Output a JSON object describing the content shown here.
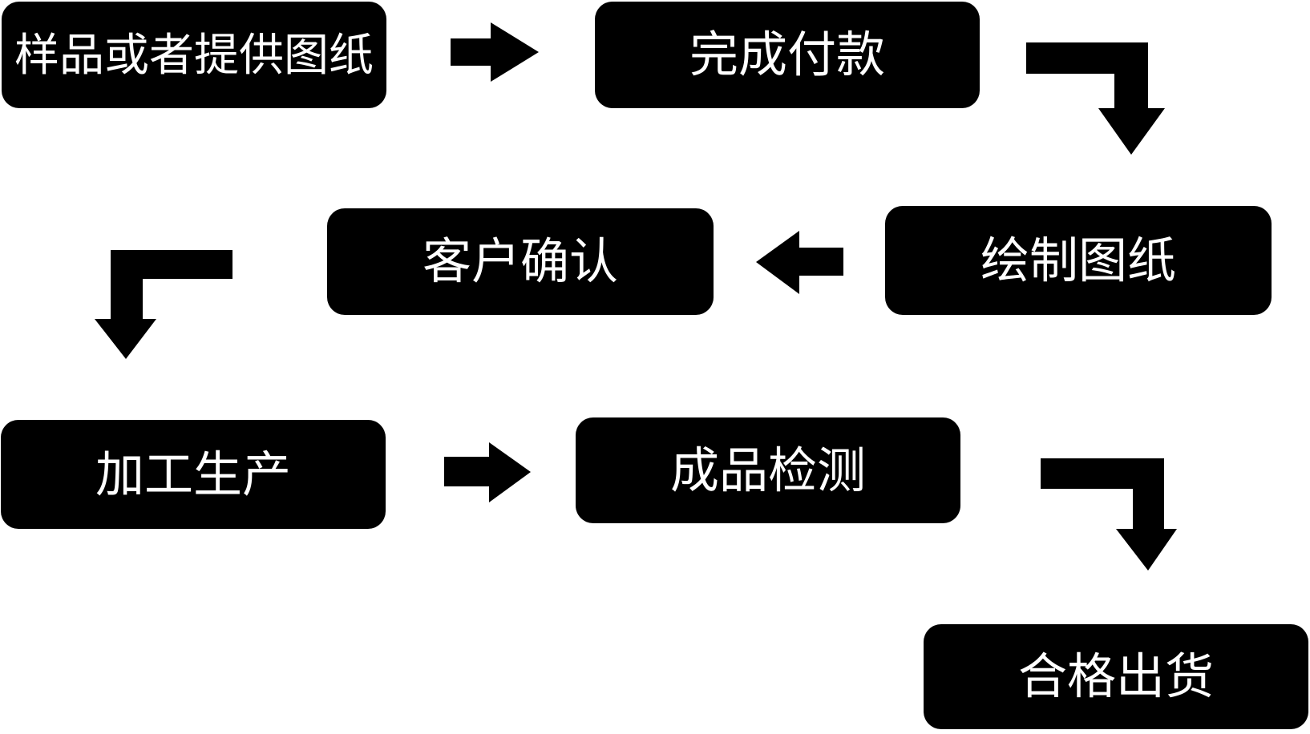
{
  "diagram": {
    "title": "production-process-flowchart",
    "background_color": "#ffffff",
    "node_fill_color": "#000000",
    "node_text_color": "#ffffff",
    "arrow_color": "#000000",
    "nodes": [
      {
        "id": "sample-or-drawing",
        "label": "样品或者提供图纸"
      },
      {
        "id": "complete-payment",
        "label": "完成付款"
      },
      {
        "id": "draw-drawings",
        "label": "绘制图纸"
      },
      {
        "id": "customer-confirm",
        "label": "客户确认"
      },
      {
        "id": "processing",
        "label": "加工生产"
      },
      {
        "id": "product-inspection",
        "label": "成品检测"
      },
      {
        "id": "qualified-shipment",
        "label": "合格出货"
      }
    ],
    "edges": [
      {
        "from": "sample-or-drawing",
        "to": "complete-payment",
        "shape": "straight-right"
      },
      {
        "from": "complete-payment",
        "to": "draw-drawings",
        "shape": "elbow-right-down"
      },
      {
        "from": "draw-drawings",
        "to": "customer-confirm",
        "shape": "straight-left"
      },
      {
        "from": "customer-confirm",
        "to": "processing",
        "shape": "elbow-left-down"
      },
      {
        "from": "processing",
        "to": "product-inspection",
        "shape": "straight-right"
      },
      {
        "from": "product-inspection",
        "to": "qualified-shipment",
        "shape": "elbow-right-down"
      }
    ]
  }
}
